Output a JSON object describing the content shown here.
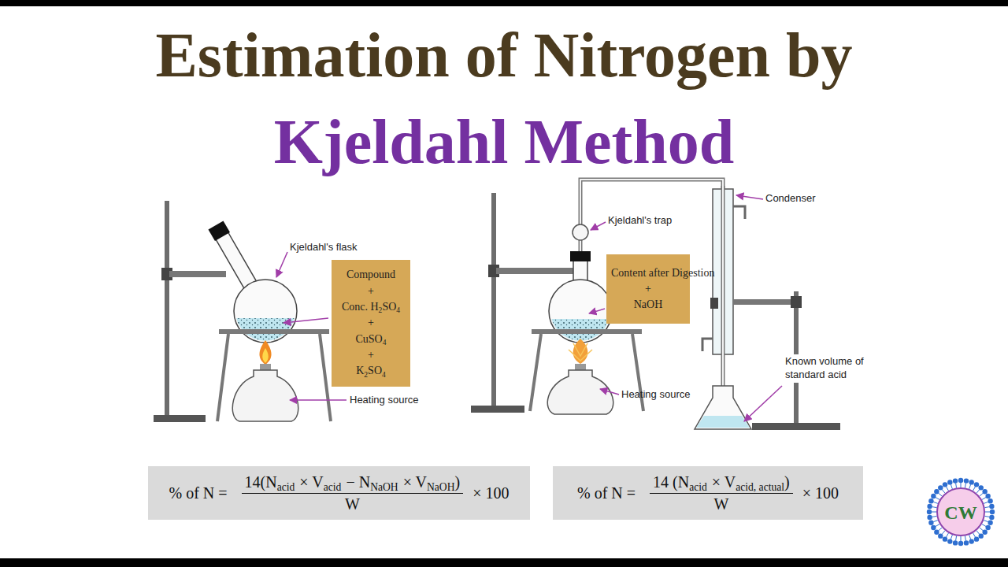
{
  "diagram": {
    "title": "Estimation of Nitrogen by",
    "nodes": [
      {
        "text": [
          "Compound",
          "+",
          "Conc. H",
          "2",
          "SO",
          "4",
          "+",
          "CuSO",
          "4",
          "+",
          "K",
          "2",
          "SO",
          "4"
        ]
      },
      {
        "text": [
          "Content after Digestion",
          "+",
          "NaOH"
        ]
      },
      {
        "text": [
          "% of N =",
          "14(N",
          "acid",
          "× V",
          "acid",
          "− N",
          "NaOH",
          "× V",
          "NaOH",
          ")",
          "W",
          "× 100"
        ]
      },
      {
        "text": [
          "% of N =",
          "14 (N",
          "acid",
          "× V",
          "acid, actual",
          ")",
          "W",
          "× 100"
        ]
      }
    ],
    "labels": [
      "Kjeldahl Method",
      "Kjeldahl's flask",
      "Kjeldahl's trap",
      "Condenser",
      "Heating source",
      "Heating source",
      "Known volume of standard acid",
      "CW"
    ]
  }
}
